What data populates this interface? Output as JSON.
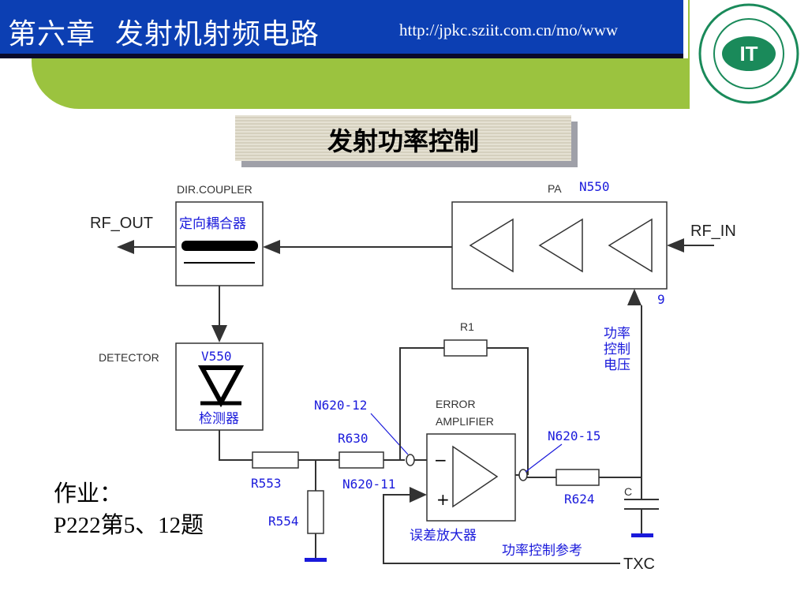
{
  "header": {
    "chapter_title": "第六章  发射机射频电路",
    "url": "http://jpkc.sziit.com.cn/mo/www"
  },
  "logo": {
    "icon": "sziit-college-logo",
    "text": "IT"
  },
  "slide_title": "发射功率控制",
  "diagram": {
    "dir_coupler_label": "DIR.COUPLER",
    "coupler_cn": "定向耦合器",
    "rf_out": "RF_OUT",
    "rf_in": "RF_IN",
    "pa_label": "PA",
    "pa_id": "N550",
    "pin_9": "9",
    "power_ctrl_voltage": [
      "功率",
      "控制",
      "电压"
    ],
    "detector_label": "DETECTOR",
    "detector_id": "V550",
    "detector_cn": "检测器",
    "r1": "R1",
    "error_amp_line1": "ERROR",
    "error_amp_line2": "AMPLIFIER",
    "error_amp_cn": "误差放大器",
    "minus": "−",
    "plus": "+",
    "n620_12": "N620-12",
    "n620_15": "N620-15",
    "n620_11": "N620-11",
    "r630": "R630",
    "r553": "R553",
    "r554": "R554",
    "r624": "R624",
    "cap_c": "C",
    "power_ctrl_ref": "功率控制参考",
    "txc": "TXC"
  },
  "homework": {
    "line1": "作业：",
    "line2": "P222第5、12题"
  }
}
